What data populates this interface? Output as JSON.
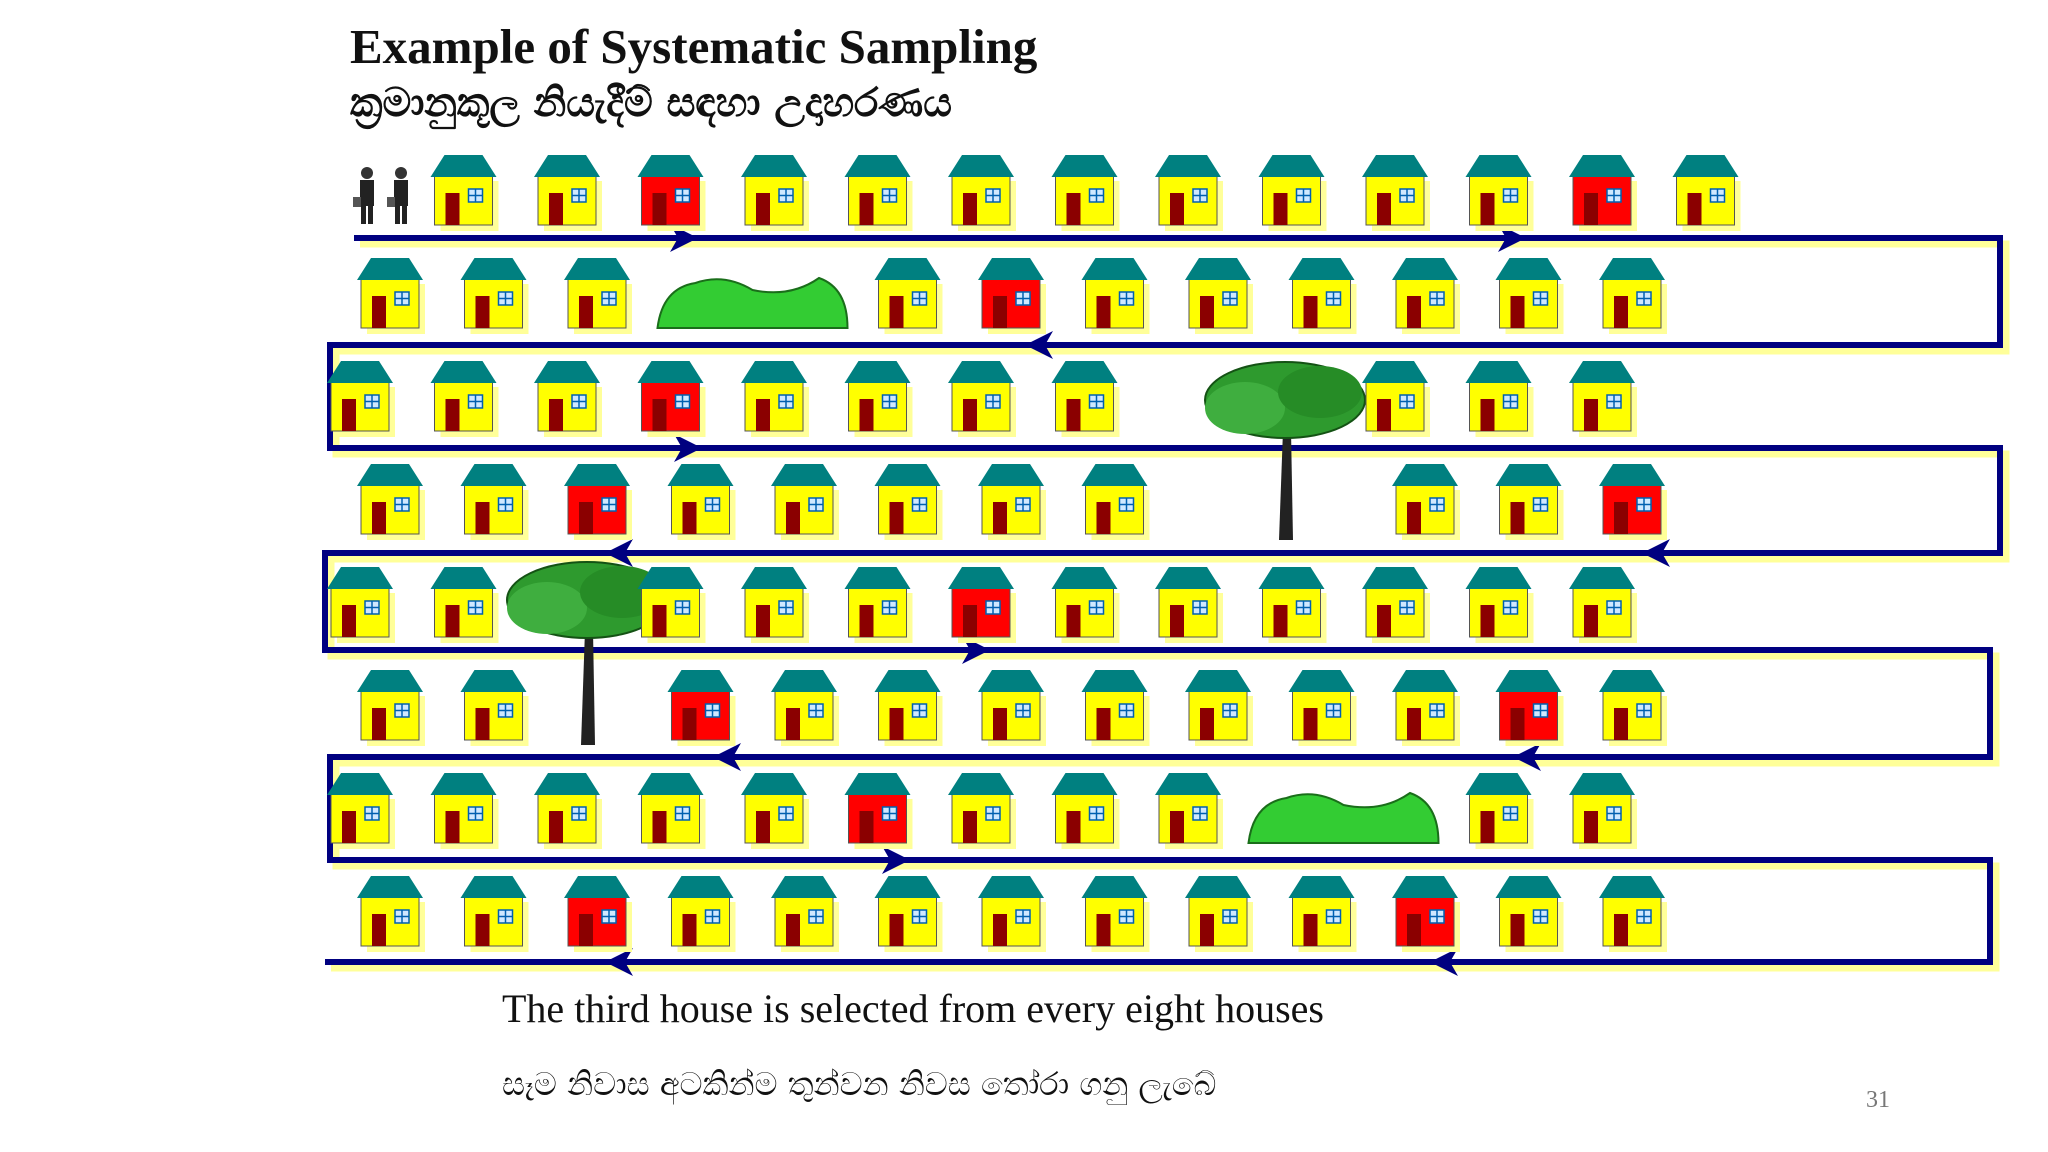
{
  "slide": {
    "title": "Example of Systematic Sampling",
    "subtitle": "ක්‍රමානුකූල නියැදීම් සඳහා උදාහරණය",
    "caption": "The third house is selected from every eight houses",
    "caption_sinhala": "සෑම නිවාස අටකින්ම තුන්වන නිවස තෝරා ගනු ලැබේ",
    "page_number": "31"
  },
  "colors": {
    "wall": "#ffff00",
    "selected_wall": "#ff0000",
    "roof": "#008080",
    "door": "#8b0000",
    "path": "#000080",
    "shadow": "#ffff99",
    "tree": "#2e9a2e",
    "bush": "#33cc33"
  },
  "scene": {
    "rows": [
      [
        "people",
        "house",
        "house",
        "selected",
        "house",
        "house",
        "house",
        "house",
        "house",
        "house",
        "house",
        "house",
        "selected",
        "house"
      ],
      [
        "house",
        "house",
        "house",
        "bush",
        "bush",
        "house",
        "selected",
        "house",
        "house",
        "house",
        "house",
        "house",
        "house"
      ],
      [
        "house",
        "house",
        "house",
        "selected",
        "house",
        "house",
        "house",
        "house",
        "tree",
        "tree",
        "house",
        "house",
        "house"
      ],
      [
        "house",
        "house",
        "selected",
        "house",
        "house",
        "house",
        "house",
        "house",
        "tree",
        "tree",
        "house",
        "house",
        "selected"
      ],
      [
        "house",
        "house",
        "tree",
        "house",
        "house",
        "house",
        "selected",
        "house",
        "house",
        "house",
        "house",
        "house",
        "house"
      ],
      [
        "house",
        "house",
        "tree",
        "selected",
        "house",
        "house",
        "house",
        "house",
        "house",
        "house",
        "house",
        "selected",
        "house"
      ],
      [
        "house",
        "house",
        "house",
        "house",
        "house",
        "selected",
        "house",
        "house",
        "house",
        "bush",
        "bush",
        "house",
        "house"
      ],
      [
        "house",
        "house",
        "selected",
        "house",
        "house",
        "house",
        "house",
        "house",
        "house",
        "house",
        "selected",
        "house",
        "house"
      ]
    ]
  }
}
